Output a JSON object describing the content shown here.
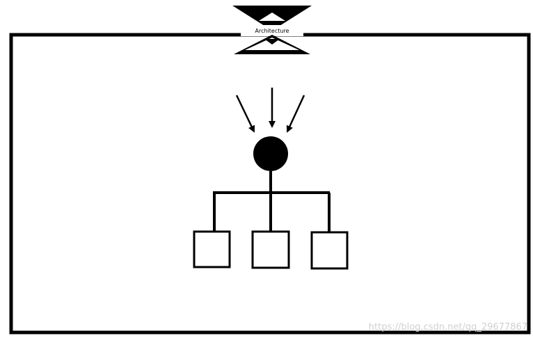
{
  "title": {
    "badge_text": "Architecture"
  },
  "diagram": {
    "incoming_arrows": 3,
    "child_nodes": 3,
    "node_shape": "circle",
    "child_shape": "square"
  },
  "watermark": {
    "text": "https://blog.csdn.net/qq_29677867"
  },
  "colors": {
    "stroke": "#000000",
    "background": "#ffffff",
    "watermark": "#d0d0d0"
  }
}
